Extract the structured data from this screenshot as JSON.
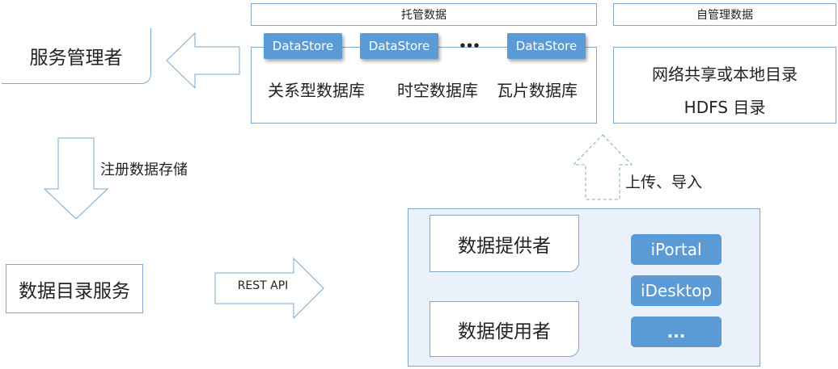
{
  "hosted": {
    "title": "托管数据",
    "datastore_label": "DataStore",
    "ellipsis": "•••",
    "databases": [
      "关系型数据库",
      "时空数据库",
      "瓦片数据库"
    ]
  },
  "self_managed": {
    "title": "自管理数据",
    "line1": "网络共享或本地目录",
    "line2": "HDFS 目录"
  },
  "service_manager": "服务管理者",
  "register_label": "注册数据存储",
  "catalog_service": "数据目录服务",
  "rest_api": "REST API",
  "upload_label": "上传、导入",
  "data_provider": "数据提供者",
  "data_consumer": "数据使用者",
  "clients": [
    "iPortal",
    "iDesktop",
    "..."
  ]
}
